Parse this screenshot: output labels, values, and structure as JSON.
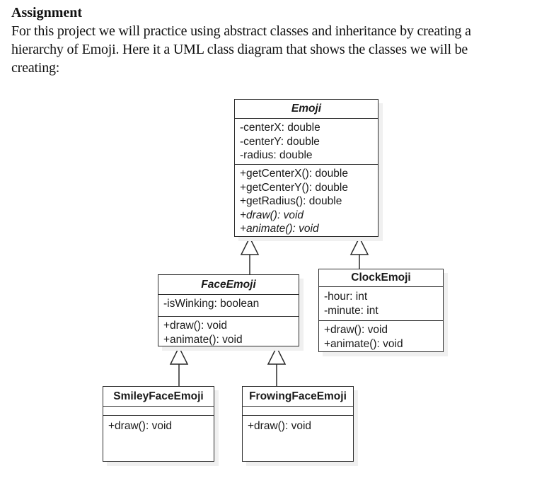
{
  "document": {
    "heading": "Assignment",
    "paragraph_lines": [
      "For this project we will practice using abstract classes and inheritance by creating a",
      "hierarchy of Emoji. Here it a UML class diagram that shows the classes we will be",
      "creating:"
    ]
  },
  "diagram": {
    "type": "uml-class-diagram",
    "colors": {
      "box_border": "#2b2b2b",
      "box_background": "#ffffff",
      "box_shadow": "#f0f0f0",
      "text": "#1a1a1a"
    },
    "classes": [
      {
        "name": "Emoji",
        "abstract": true,
        "attributes": [
          "-centerX: double",
          "-centerY: double",
          "-radius: double"
        ],
        "methods": [
          "+getCenterX(): double",
          "+getCenterY(): double",
          "+getRadius(): double",
          "+draw(): void",
          "+animate(): void"
        ]
      },
      {
        "name": "FaceEmoji",
        "abstract": true,
        "attributes": [
          "-isWinking: boolean"
        ],
        "methods": [
          "+draw(): void",
          "+animate(): void"
        ]
      },
      {
        "name": "ClockEmoji",
        "abstract": false,
        "attributes": [
          "-hour: int",
          "-minute: int"
        ],
        "methods": [
          "+draw(): void",
          "+animate(): void"
        ]
      },
      {
        "name": "SmileyFaceEmoji",
        "abstract": false,
        "attributes": [],
        "methods": [
          "+draw(): void"
        ]
      },
      {
        "name": "FrowingFaceEmoji",
        "abstract": false,
        "attributes": [],
        "methods": [
          "+draw(): void"
        ]
      }
    ],
    "relations": [
      {
        "child": "FaceEmoji",
        "parent": "Emoji",
        "type": "inheritance"
      },
      {
        "child": "ClockEmoji",
        "parent": "Emoji",
        "type": "inheritance"
      },
      {
        "child": "SmileyFaceEmoji",
        "parent": "FaceEmoji",
        "type": "inheritance"
      },
      {
        "child": "FrowingFaceEmoji",
        "parent": "FaceEmoji",
        "type": "inheritance"
      }
    ]
  }
}
